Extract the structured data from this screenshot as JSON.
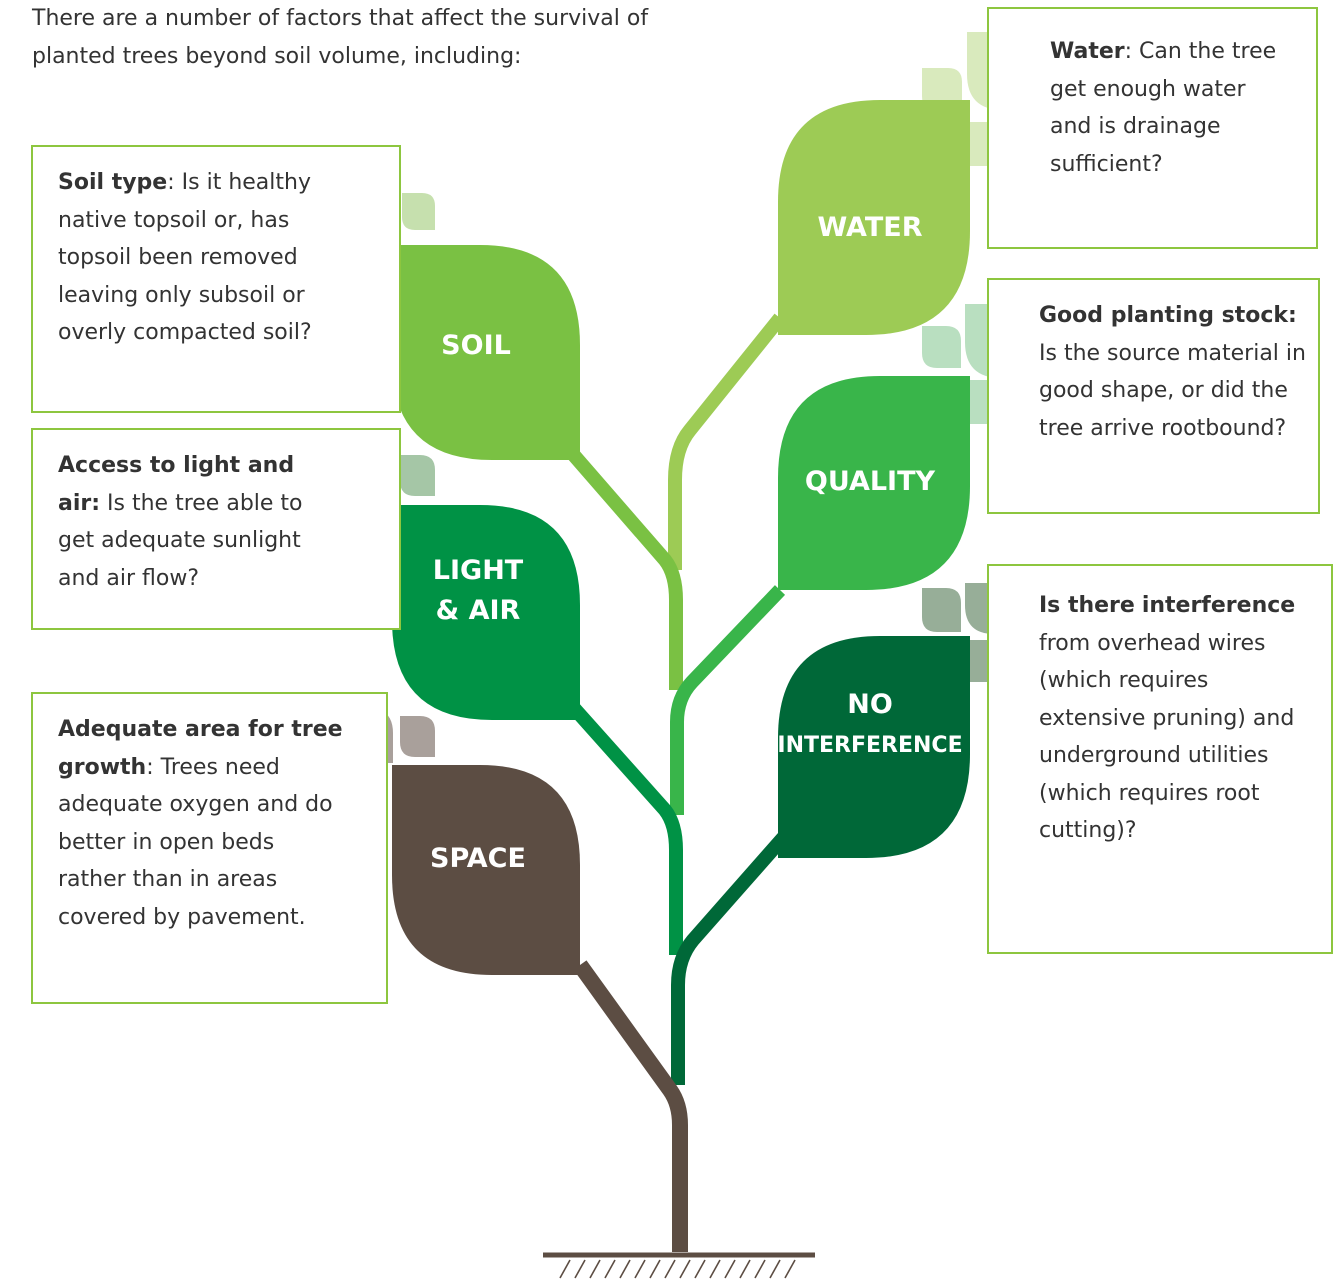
{
  "intro": "There are a number of factors that affect the survival of planted trees beyond soil volume, including:",
  "leaves": {
    "soil": "SOIL",
    "water": "WATER",
    "quality": "QUALITY",
    "light_line1": "LIGHT",
    "light_line2": "& AIR",
    "space": "SPACE",
    "interference_line1": "NO",
    "interference_line2": "INTERFERENCE"
  },
  "boxes": {
    "soil": {
      "bold": "Soil type",
      "text": ": Is it healthy native topsoil or, has topsoil been removed leaving only subsoil or overly compacted soil?"
    },
    "light": {
      "bold": "Access to light and air:",
      "text": " Is the tree able to get adequate sunlight and air flow?"
    },
    "space": {
      "bold": "Adequate area for tree growth",
      "text": ": Trees need adequate oxygen and do better in open beds rather than in areas covered by pavement."
    },
    "water": {
      "bold": "Water",
      "text": ": Can the tree get enough water and is drainage sufficient?"
    },
    "quality": {
      "bold": "Good planting stock:",
      "text": " Is the source material in good shape, or did the tree arrive rootbound?"
    },
    "interference": {
      "lead": "Is there",
      "bold": "interference",
      "text": " from overhead wires (which requires extensive pruning) and underground utilities (which requires root cutting)?"
    }
  },
  "colors": {
    "soil": "#7ac143",
    "water": "#9dcb55",
    "quality": "#39b54a",
    "light": "#009245",
    "space": "#5c4d43",
    "interference": "#006838",
    "box_border": "#8dc63f"
  }
}
